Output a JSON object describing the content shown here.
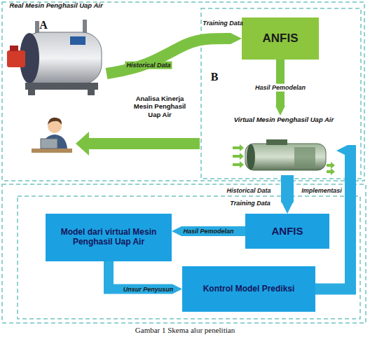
{
  "diagram": {
    "caption": "Gambar 1 Skema alur penelitian",
    "nodes": [
      {
        "text": [
          "Real Mesin Penghasil Uap Air"
        ]
      },
      {
        "text": [
          "ANFIS"
        ]
      },
      {
        "text": [
          "Virtual Mesin Penghasil Uap Air"
        ]
      },
      {
        "text": [
          "Model dari virtual Mesin Penghasil Uap Air"
        ]
      },
      {
        "text": [
          "ANFIS"
        ]
      },
      {
        "text": [
          "Kontrol Model Prediksi"
        ]
      }
    ],
    "edges": [
      {
        "from": 0,
        "to": 1,
        "arrow": "to",
        "label": "Historical Data"
      },
      {
        "from": 1,
        "to": 2,
        "arrow": "to",
        "label": "Hasil Pemodelan"
      },
      {
        "from": 2,
        "to": 4,
        "arrow": "to",
        "label": "Historical Data"
      },
      {
        "from": 4,
        "to": 3,
        "arrow": "to",
        "label": "Hasil Pemodelan"
      },
      {
        "from": 3,
        "to": 5,
        "arrow": "to",
        "label": "Unsur Penyusun"
      },
      {
        "from": 5,
        "to": 2,
        "arrow": "to",
        "label": "Implementasi"
      }
    ],
    "labels": [
      "A",
      "B",
      "Training Data",
      "Analisa Kinerja Mesin Penghasil Uap Air",
      "Training Data"
    ]
  }
}
